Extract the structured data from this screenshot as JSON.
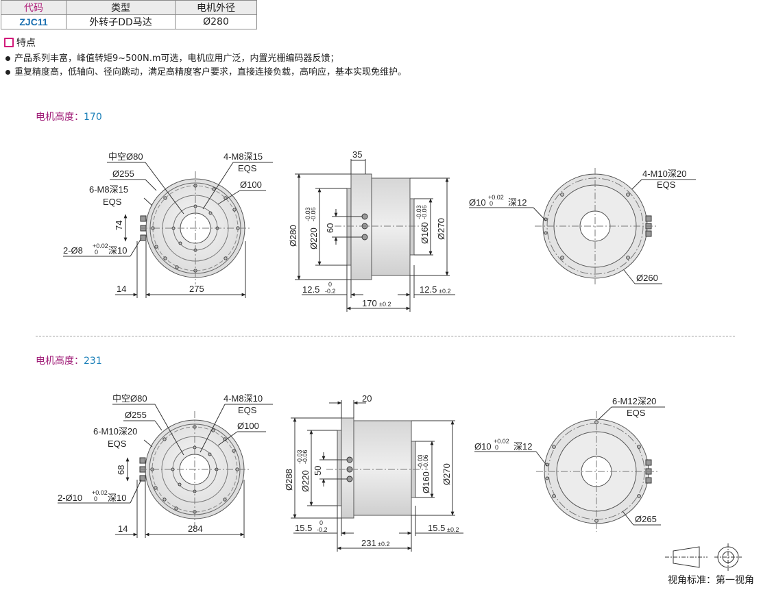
{
  "spec_table": {
    "headers": [
      "代码",
      "类型",
      "电机外径"
    ],
    "row": [
      "ZJC11",
      "外转子DD马达",
      "Ø280"
    ]
  },
  "features": {
    "title": "特点",
    "items": [
      "产品系列丰富，峰值转矩9~500N.m可选，电机应用广泛，内置光栅编码器反馈；",
      "重复精度高，低轴向、径向跳动，满足高精度客户要求，直接连接负载，高响应，基本实现免维护。"
    ]
  },
  "section1": {
    "label": "电机高度：",
    "value": "170",
    "front": {
      "hollow": "中空Ø80",
      "d255": "Ø255",
      "m8a": "6-M8深15",
      "m8a_eqs": "EQS",
      "m8b": "4-M8深15",
      "m8b_eqs": "EQS",
      "d100": "Ø100",
      "h74": "74",
      "pin": "2-Ø8",
      "pin_tol_up": "+0.02",
      "pin_tol_dn": "0",
      "pin_depth": "深10",
      "w14": "14",
      "w275": "275"
    },
    "side": {
      "top": "35",
      "d280": "Ø280",
      "d220": "Ø220",
      "d220_tol_up": "-0.03",
      "d220_tol_dn": "-0.06",
      "h60": "60",
      "d160": "Ø160",
      "d160_tol_up": "-0.03",
      "d160_tol_dn": "-0.06",
      "d270": "Ø270",
      "left_off": "12.5",
      "left_tol_up": "0",
      "left_tol_dn": "-0.2",
      "right_off": "12.5",
      "right_tol": "±0.2",
      "len": "170",
      "len_tol": "±0.2"
    },
    "back": {
      "m10": "4-M10深20",
      "m10_eqs": "EQS",
      "hole": "Ø10",
      "hole_tol_up": "+0.02",
      "hole_tol_dn": "0",
      "hole_depth": "深12",
      "d260": "Ø260"
    }
  },
  "section2": {
    "label": "电机高度：",
    "value": "231",
    "front": {
      "hollow": "中空Ø80",
      "d255": "Ø255",
      "m10a": "6-M10深20",
      "m10a_eqs": "EQS",
      "m8b": "4-M8深10",
      "m8b_eqs": "EQS",
      "d100": "Ø100",
      "h68": "68",
      "pin": "2-Ø10",
      "pin_tol_up": "+0.02",
      "pin_tol_dn": "0",
      "pin_depth": "深10",
      "w14": "14",
      "w284": "284"
    },
    "side": {
      "top": "20",
      "d288": "Ø288",
      "d220": "Ø220",
      "d220_tol_up": "-0.03",
      "d220_tol_dn": "-0.06",
      "h50": "50",
      "d160": "Ø160",
      "d160_tol_up": "-0.03",
      "d160_tol_dn": "-0.06",
      "d270": "Ø270",
      "left_off": "15.5",
      "left_tol_up": "0",
      "left_tol_dn": "-0.2",
      "right_off": "15.5",
      "right_tol": "±0.2",
      "len": "231",
      "len_tol": "±0.2"
    },
    "back": {
      "m12": "6-M12深20",
      "m12_eqs": "EQS",
      "hole": "Ø10",
      "hole_tol_up": "+0.02",
      "hole_tol_dn": "0",
      "hole_depth": "深12",
      "d265": "Ø265"
    }
  },
  "view_standard": "视角标准：第一视角"
}
